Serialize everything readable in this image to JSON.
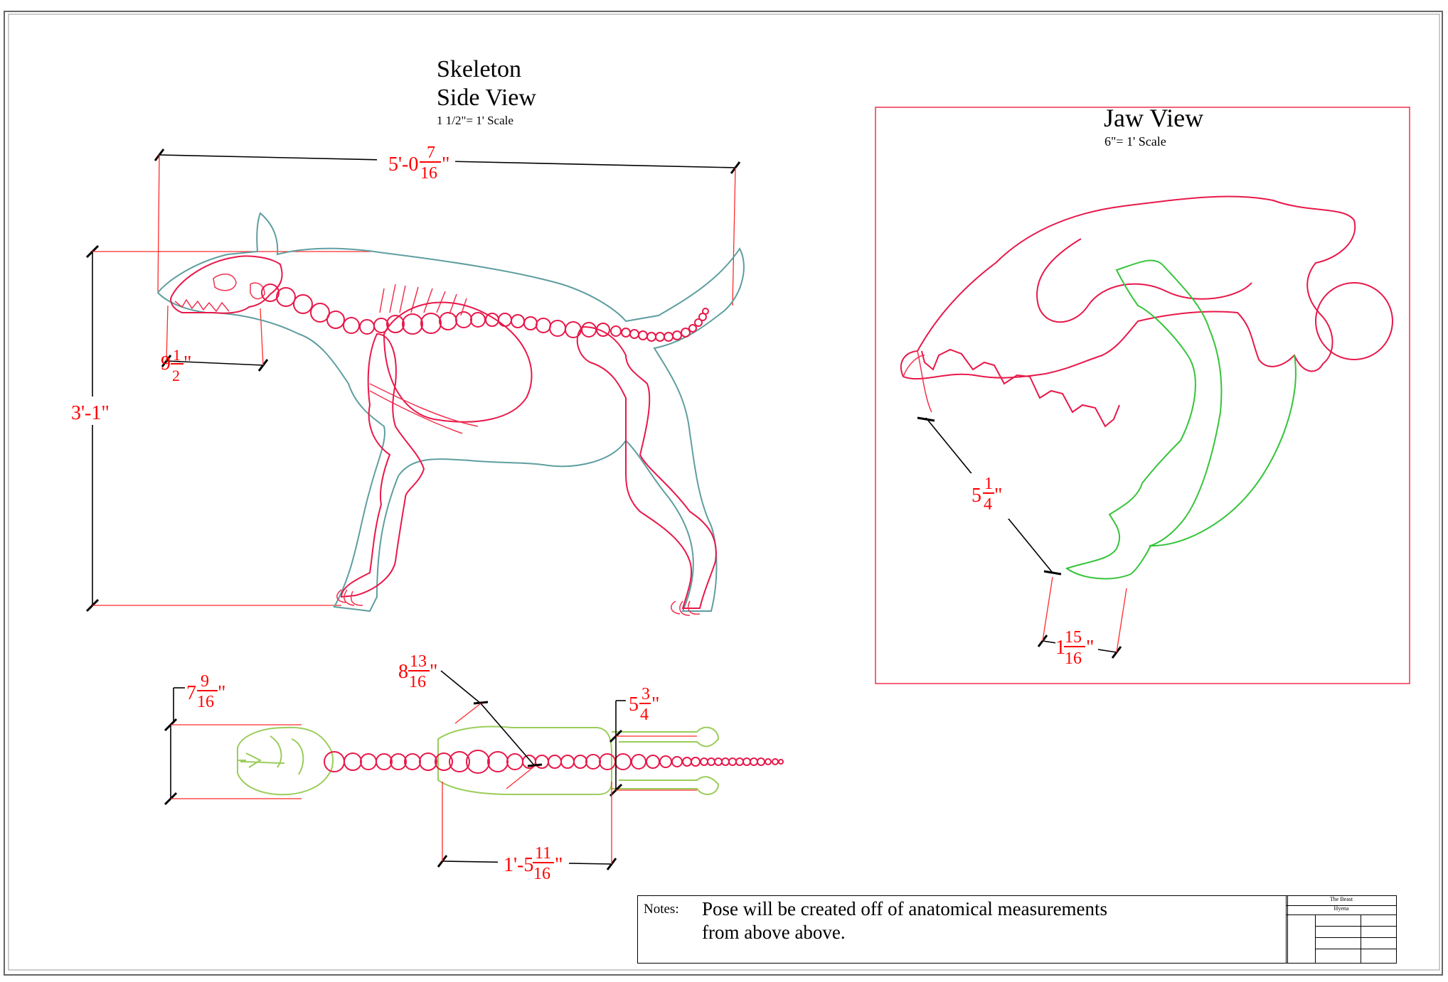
{
  "skeleton_view": {
    "title_line1": "Skeleton",
    "title_line2": "Side View",
    "scale": "1 1/2\"= 1' Scale",
    "dim_length": {
      "whole": "5'-0",
      "num": "7",
      "den": "16",
      "unit": "\""
    },
    "dim_height": "3'-1\"",
    "dim_snout": {
      "whole": "9",
      "num": "1",
      "den": "2",
      "unit": "\""
    }
  },
  "jaw_view": {
    "title": "Jaw View",
    "scale": "6\"= 1' Scale",
    "dim_gape": {
      "whole": "5",
      "num": "1",
      "den": "4",
      "unit": "\""
    },
    "dim_chin": {
      "whole": "1",
      "num": "15",
      "den": "16",
      "unit": "\""
    }
  },
  "top_view": {
    "dim_head_width": {
      "whole": "7",
      "num": "9",
      "den": "16",
      "unit": "\""
    },
    "dim_rib_width": {
      "whole": "8",
      "num": "13",
      "den": "16",
      "unit": "\""
    },
    "dim_hip_width": {
      "whole": "5",
      "num": "3",
      "den": "4",
      "unit": "\""
    },
    "dim_torso_length": {
      "whole": "1'-5",
      "num": "11",
      "den": "16",
      "unit": "\""
    }
  },
  "notes": {
    "label": "Notes:",
    "text": "Pose will be created off of anatomical measurements from above above."
  },
  "title_block": {
    "project": "The Beast",
    "subject": "Hyena"
  },
  "colors": {
    "bone": "#e8184a",
    "silhouette": "#5f9ea0",
    "jaw_lower": "#35c43a",
    "top_view": "#9acd5a",
    "dimension_text": "#ff0000"
  }
}
